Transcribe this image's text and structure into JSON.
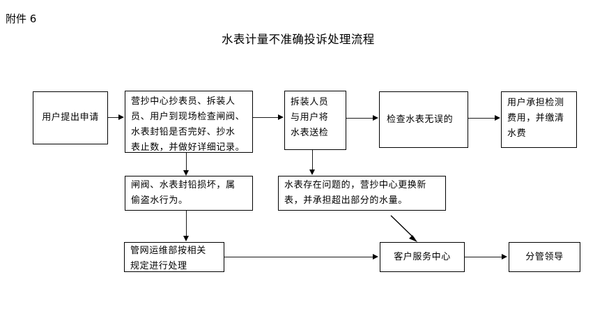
{
  "page": {
    "attachment_label": "附件 6",
    "title": "水表计量不准确投诉处理流程",
    "background_color": "#ffffff",
    "line_color": "#000000",
    "text_color": "#000000"
  },
  "flowchart": {
    "nodes": [
      {
        "id": "n1",
        "name": "node-user-application",
        "text": "用户提出申请"
      },
      {
        "id": "n2",
        "name": "node-onsite-inspection",
        "text": "营抄中心抄表员、拆装人\n员、用户到现场检查闸阀、\n水表封铅是否完好、抄水\n表止数，并做好详细记录。"
      },
      {
        "id": "n3",
        "name": "node-meter-送检",
        "text": "拆装人员\n与用户将\n水表送检"
      },
      {
        "id": "n4",
        "name": "node-meter-ok",
        "text": "检查水表无误的"
      },
      {
        "id": "n5",
        "name": "node-user-pays-fee",
        "text": "用户承担检测\n费用，并缴清\n水费"
      },
      {
        "id": "n6",
        "name": "node-seal-damaged-theft",
        "text": "闸阀、水表封铅损坏，属\n偷盗水行为。"
      },
      {
        "id": "n7",
        "name": "node-meter-faulty-replace",
        "text": "水表存在问题的，营抄中心更换新\n表，并承担超出部分的水量。"
      },
      {
        "id": "n8",
        "name": "node-pipeline-dept-handles",
        "text": "管网运维部按相关\n规定进行处理"
      },
      {
        "id": "n9",
        "name": "node-customer-service-center",
        "text": "客户服务中心"
      },
      {
        "id": "n10",
        "name": "node-supervising-leader",
        "text": "分管领导"
      }
    ],
    "connectors": [
      {
        "name": "arrow-n1-to-n2",
        "from": "n1",
        "to": "n2",
        "kind": "horizontal"
      },
      {
        "name": "arrow-n2-to-n3",
        "from": "n2",
        "to": "n3",
        "kind": "horizontal"
      },
      {
        "name": "arrow-n3-to-n4",
        "from": "n3",
        "to": "n4",
        "kind": "horizontal"
      },
      {
        "name": "arrow-n4-to-n5",
        "from": "n4",
        "to": "n5",
        "kind": "horizontal"
      },
      {
        "name": "arrow-n2-to-n6",
        "from": "n2",
        "to": "n6",
        "kind": "vertical"
      },
      {
        "name": "arrow-n3-to-n7",
        "from": "n3",
        "to": "n7",
        "kind": "vertical"
      },
      {
        "name": "arrow-n6-to-n8",
        "from": "n6",
        "to": "n8",
        "kind": "vertical"
      },
      {
        "name": "arrow-n8-to-n9",
        "from": "n8",
        "to": "n9",
        "kind": "horizontal"
      },
      {
        "name": "arrow-n7-to-n9",
        "from": "n7",
        "to": "n9",
        "kind": "diagonal"
      },
      {
        "name": "arrow-n9-to-n10",
        "from": "n9",
        "to": "n10",
        "kind": "horizontal"
      }
    ]
  }
}
